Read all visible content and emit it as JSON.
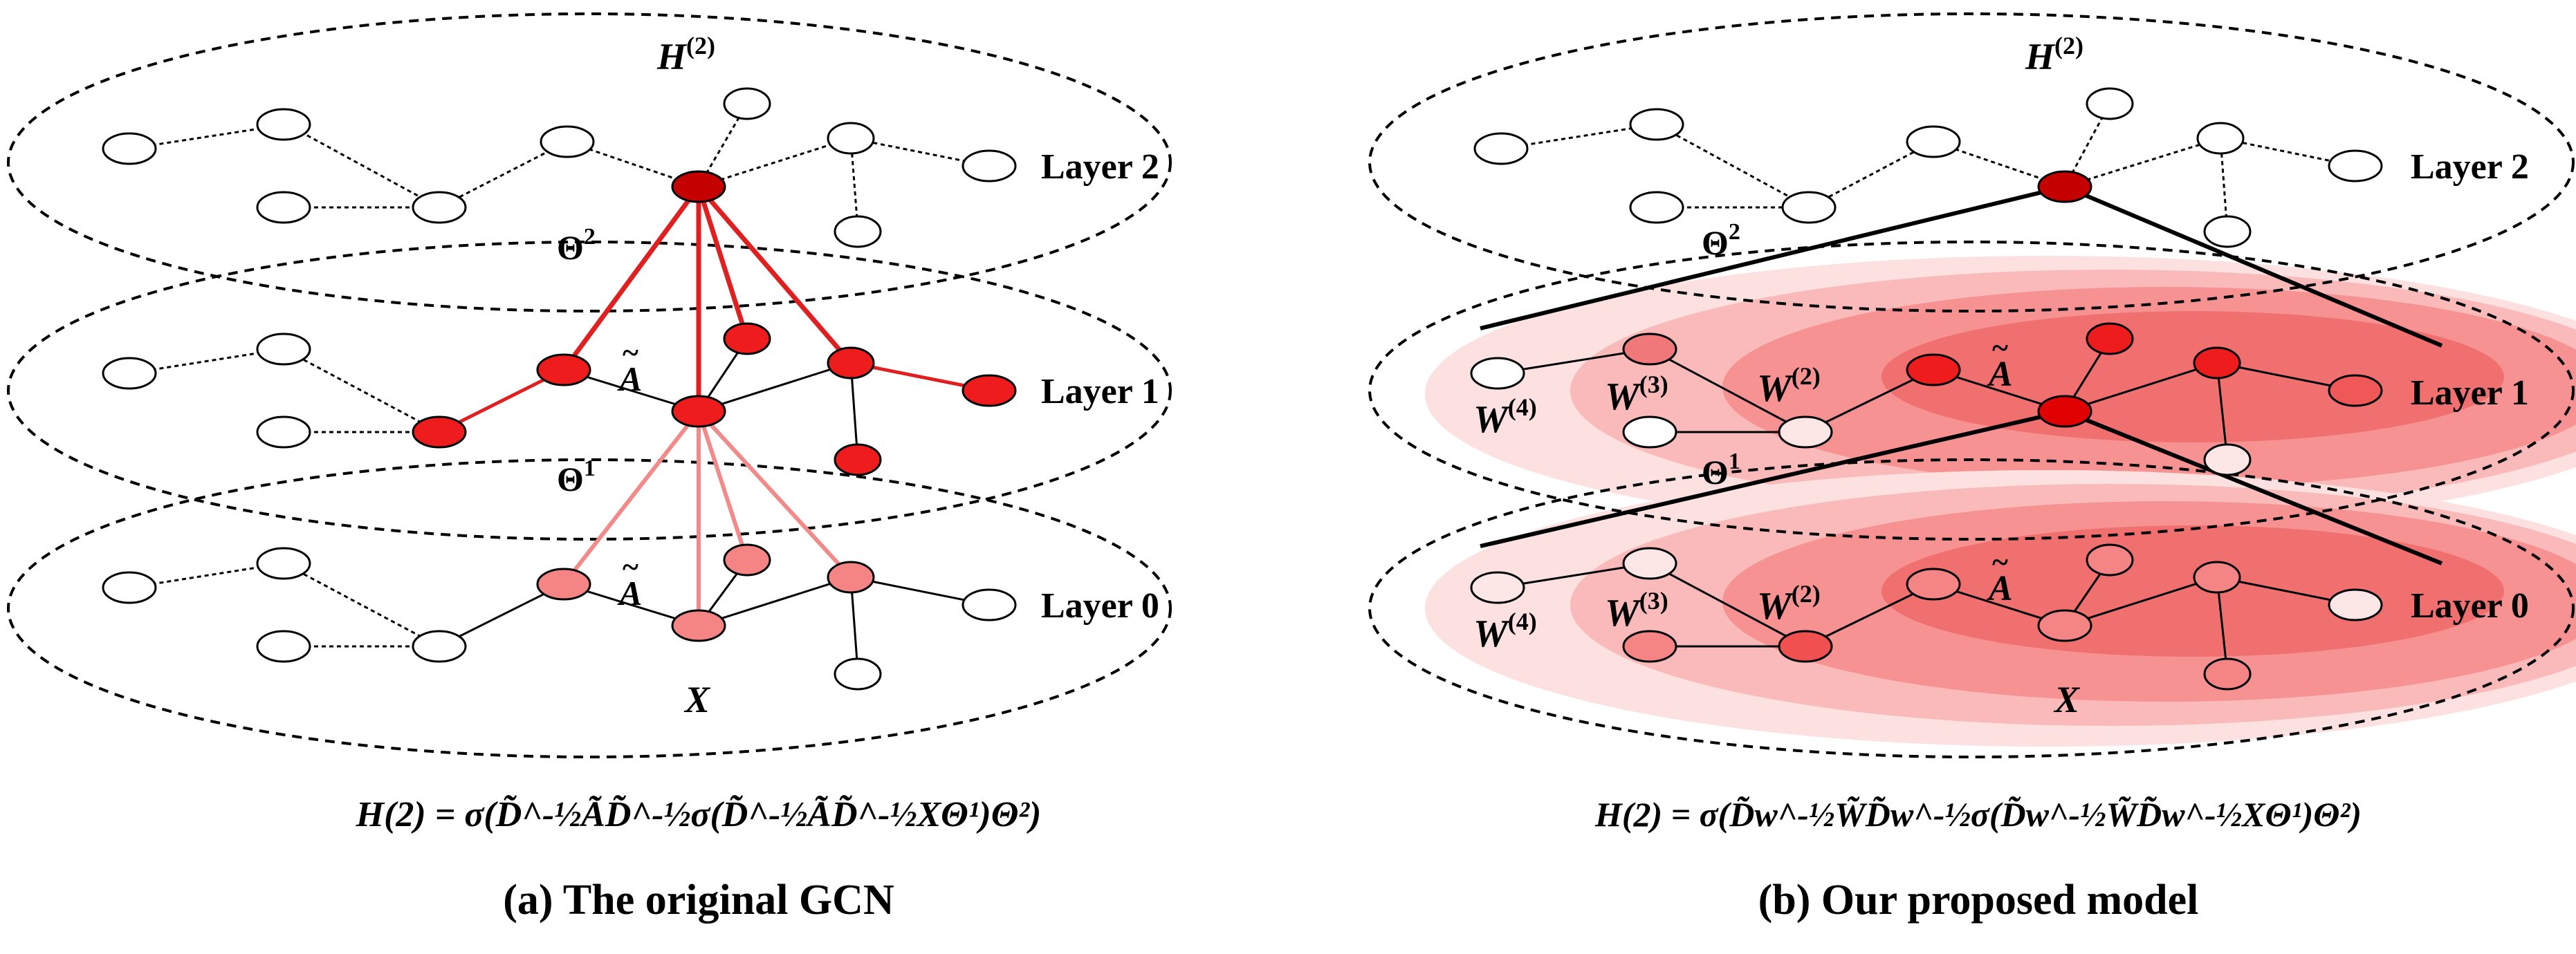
{
  "left": {
    "top_label": "H",
    "top_label_sup": "(2)",
    "layers": [
      "Layer 2",
      "Layer 1",
      "Layer 0"
    ],
    "theta2": "Θ",
    "theta2_sup": "2",
    "theta1": "Θ",
    "theta1_sup": "1",
    "a_tilde": "A",
    "input_label": "X",
    "formula": "H(2) = σ(D̃^-½ÃD̃^-½σ(D̃^-½ÃD̃^-½XΘ¹)Θ²)",
    "caption": "(a) The original GCN"
  },
  "right": {
    "top_label": "H",
    "top_label_sup": "(2)",
    "layers": [
      "Layer 2",
      "Layer 1",
      "Layer 0"
    ],
    "theta2": "Θ",
    "theta2_sup": "2",
    "theta1": "Θ",
    "theta1_sup": "1",
    "a_tilde": "A",
    "w_base": "W",
    "w2_sup": "(2)",
    "w3_sup": "(3)",
    "w4_sup": "(4)",
    "input_label": "X",
    "formula": "H(2) = σ(D̃w^-½W̃D̃w^-½σ(D̃w^-½W̃D̃w^-½XΘ¹)Θ²)",
    "caption": "(b) Our proposed model"
  },
  "colors": {
    "dark_red": "#c40000",
    "red": "#ee1c1c",
    "light_red": "#f58585",
    "white": "#ffffff",
    "outline": "#000000"
  }
}
